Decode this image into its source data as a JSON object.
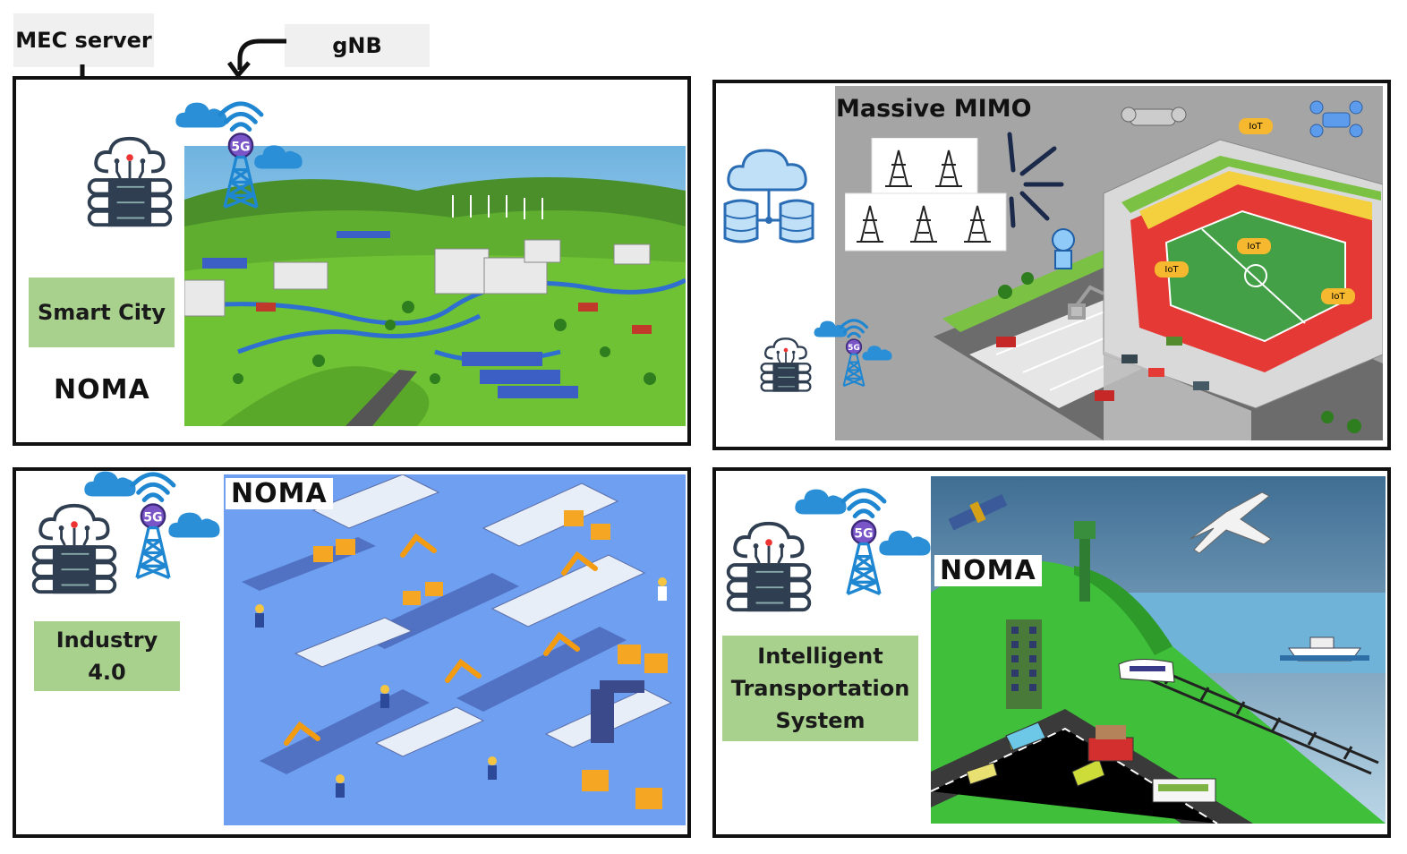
{
  "callouts": {
    "mec_server": "MEC server",
    "gnb": "gNB"
  },
  "panels": {
    "smart_city": {
      "label": "Smart City",
      "noma": "NOMA"
    },
    "massive_mimo": {
      "title": "Massive MIMO",
      "iot_labels": [
        "IoT",
        "IoT",
        "IoT",
        "IoT"
      ]
    },
    "industry": {
      "label": "Industry 4.0",
      "noma": "NOMA"
    },
    "its": {
      "label_line1": "Intelligent",
      "label_line2": "Transportation",
      "label_line3": "System",
      "noma": "NOMA"
    }
  },
  "icons": {
    "tower_badge": "5G"
  },
  "colors": {
    "label_green": "#a9d18e",
    "cloud_blue": "#2a8fd6",
    "server_dark": "#2f3e50"
  }
}
